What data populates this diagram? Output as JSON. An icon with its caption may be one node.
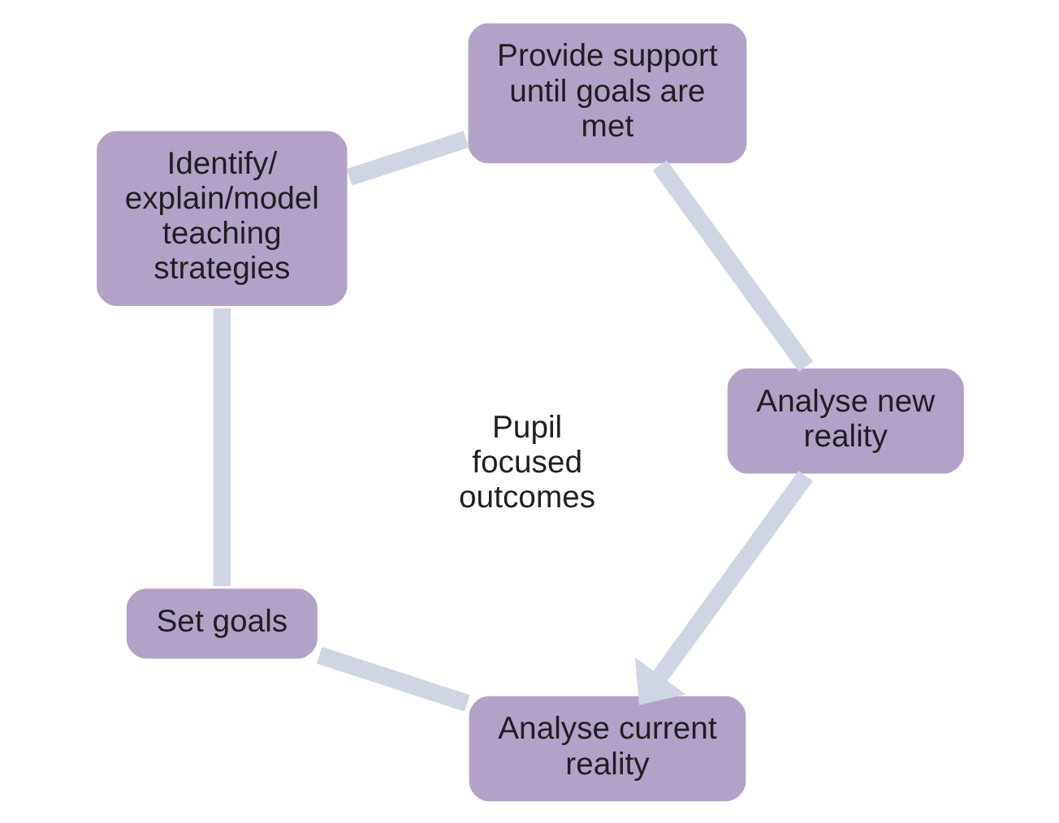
{
  "diagram": {
    "nodes": [
      {
        "text": [
          "Analyse current reality"
        ]
      },
      {
        "text": [
          "Analyse new reality"
        ]
      },
      {
        "text": [
          "Set goals"
        ]
      },
      {
        "text": [
          "Provide support until goals are met"
        ]
      },
      {
        "text": [
          "Identify/ explain/model teaching strategies"
        ]
      }
    ],
    "edges": [
      {
        "from": 0,
        "to": 2,
        "arrow": "none"
      },
      {
        "from": 2,
        "to": 4,
        "arrow": "none"
      },
      {
        "from": 4,
        "to": 3,
        "arrow": "none"
      },
      {
        "from": 3,
        "to": 1,
        "arrow": "none"
      },
      {
        "from": 1,
        "to": 0,
        "arrow": "to"
      }
    ],
    "labels": [
      "Pupil focused outcomes"
    ]
  }
}
